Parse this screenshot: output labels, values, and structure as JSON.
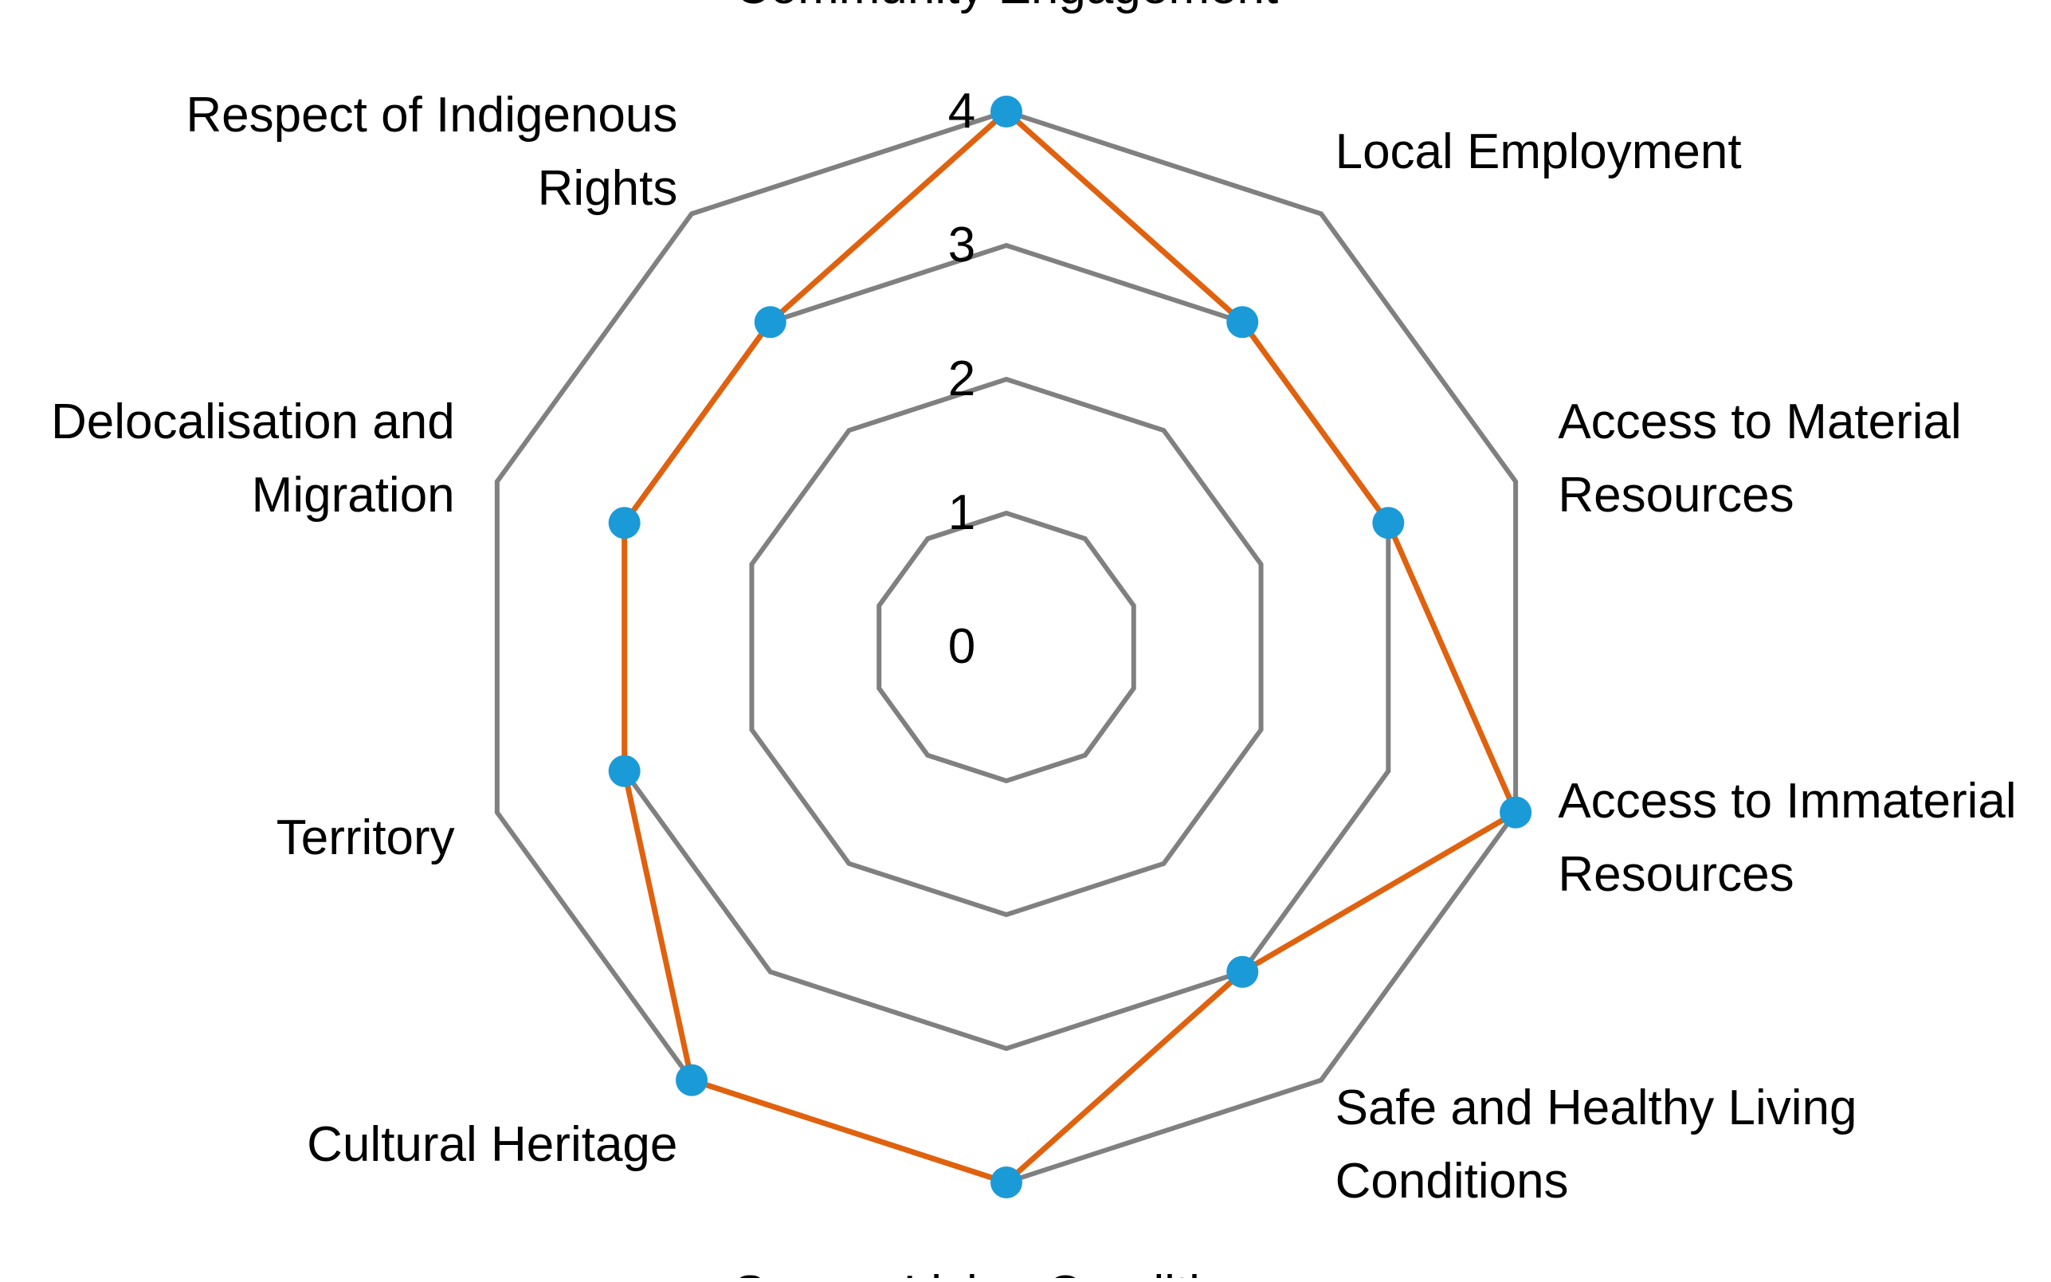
{
  "chart_data": {
    "type": "radar",
    "title": "",
    "categories": [
      "Community Engagement",
      "Local Employment",
      "Access to Material Resources",
      "Access to Immaterial Resources",
      "Safe and Healthy Living Conditions",
      "Secure Living Conditions",
      "Cultural Heritage",
      "Territory",
      "Delocalisation and Migration",
      "Respect of Indigenous Rights"
    ],
    "category_label_lines": [
      [
        "Community Engagement"
      ],
      [
        "Local Employment"
      ],
      [
        "Access to Material",
        "Resources"
      ],
      [
        "Access to Immaterial",
        "Resources"
      ],
      [
        "Safe and Healthy Living",
        "Conditions"
      ],
      [
        "Secure Living Conditions"
      ],
      [
        "Cultural Heritage"
      ],
      [
        "Territory"
      ],
      [
        "Delocalisation and",
        "Migration"
      ],
      [
        "Respect of Indigenous",
        "Rights"
      ]
    ],
    "series": [
      {
        "values": [
          4,
          3,
          3,
          4,
          3,
          4,
          4,
          3,
          3,
          3
        ],
        "line_color": "#E0610E",
        "marker_color": "#1B9AD8"
      }
    ],
    "r_axis": {
      "min": 0,
      "max": 4,
      "ticks": [
        "0",
        "1",
        "2",
        "3",
        "4"
      ]
    },
    "grid": true,
    "grid_color": "#808080",
    "legend": "none"
  }
}
